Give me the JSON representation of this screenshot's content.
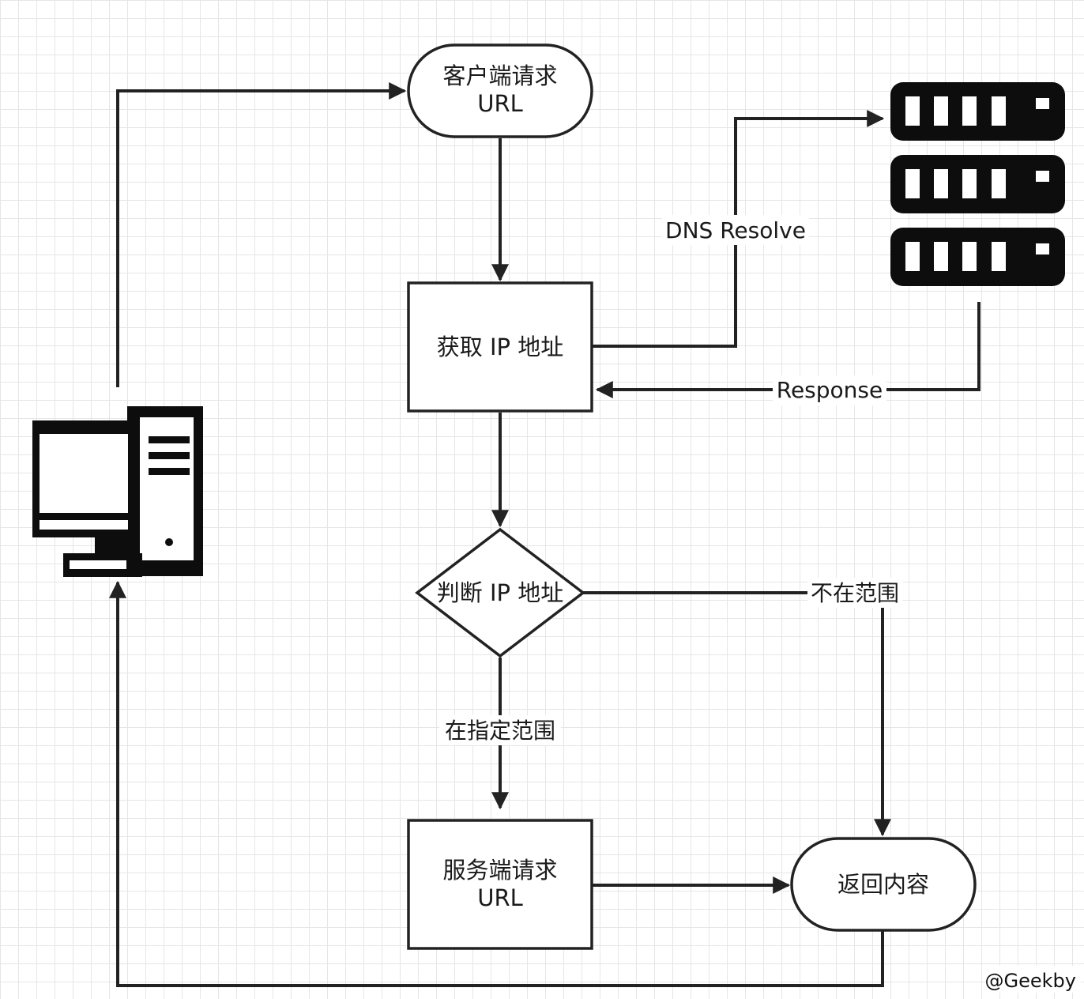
{
  "nodes": {
    "client_request": {
      "line1": "客户端请求",
      "line2": "URL"
    },
    "get_ip": {
      "label": "获取 IP 地址"
    },
    "judge_ip": {
      "label": "判断 IP 地址"
    },
    "server_request": {
      "line1": "服务端请求",
      "line2": "URL"
    },
    "return_content": {
      "label": "返回内容"
    }
  },
  "edges": {
    "dns_resolve": "DNS Resolve",
    "response": "Response",
    "out_of_range": "不在范围",
    "in_range": "在指定范围"
  },
  "icons": {
    "computer": "desktop-computer-icon",
    "server": "server-rack-icon"
  },
  "watermark": "@Geekby",
  "colors": {
    "stroke": "#222222",
    "grid": "#e6e6e6",
    "background": "#ffffff"
  }
}
